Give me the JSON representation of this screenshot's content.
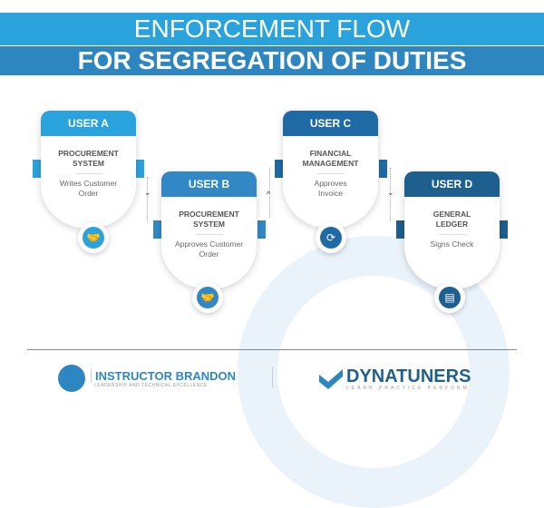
{
  "title": {
    "line1": "ENFORCEMENT FLOW",
    "line2": "FOR SEGREGATION OF DUTIES"
  },
  "steps": [
    {
      "user": "USER A",
      "system": "PROCUREMENT SYSTEM",
      "action": "Writes Customer Order",
      "color": "#2aa3dc",
      "icon": "handshake-icon"
    },
    {
      "user": "USER B",
      "system": "PROCUREMENT SYSTEM",
      "action": "Approves Customer Order",
      "color": "#3188c4",
      "icon": "handshake-icon"
    },
    {
      "user": "USER C",
      "system": "FINANCIAL MANAGEMENT",
      "action": "Approves Invoice",
      "color": "#1f6aa5",
      "icon": "money-cycle-icon"
    },
    {
      "user": "USER D",
      "system": "GENERAL LEDGER",
      "action": "Signs Check",
      "color": "#1d5f8e",
      "icon": "document-icon"
    }
  ],
  "footer": {
    "logo1": {
      "name": "INSTRUCTOR BRANDON",
      "tagline": "LEADERSHIP AND TECHNICAL EXCELLENCE"
    },
    "logo2": {
      "name": "DYNATUNERS",
      "tagline": "LEARN PRACTICE PERFORM"
    }
  }
}
